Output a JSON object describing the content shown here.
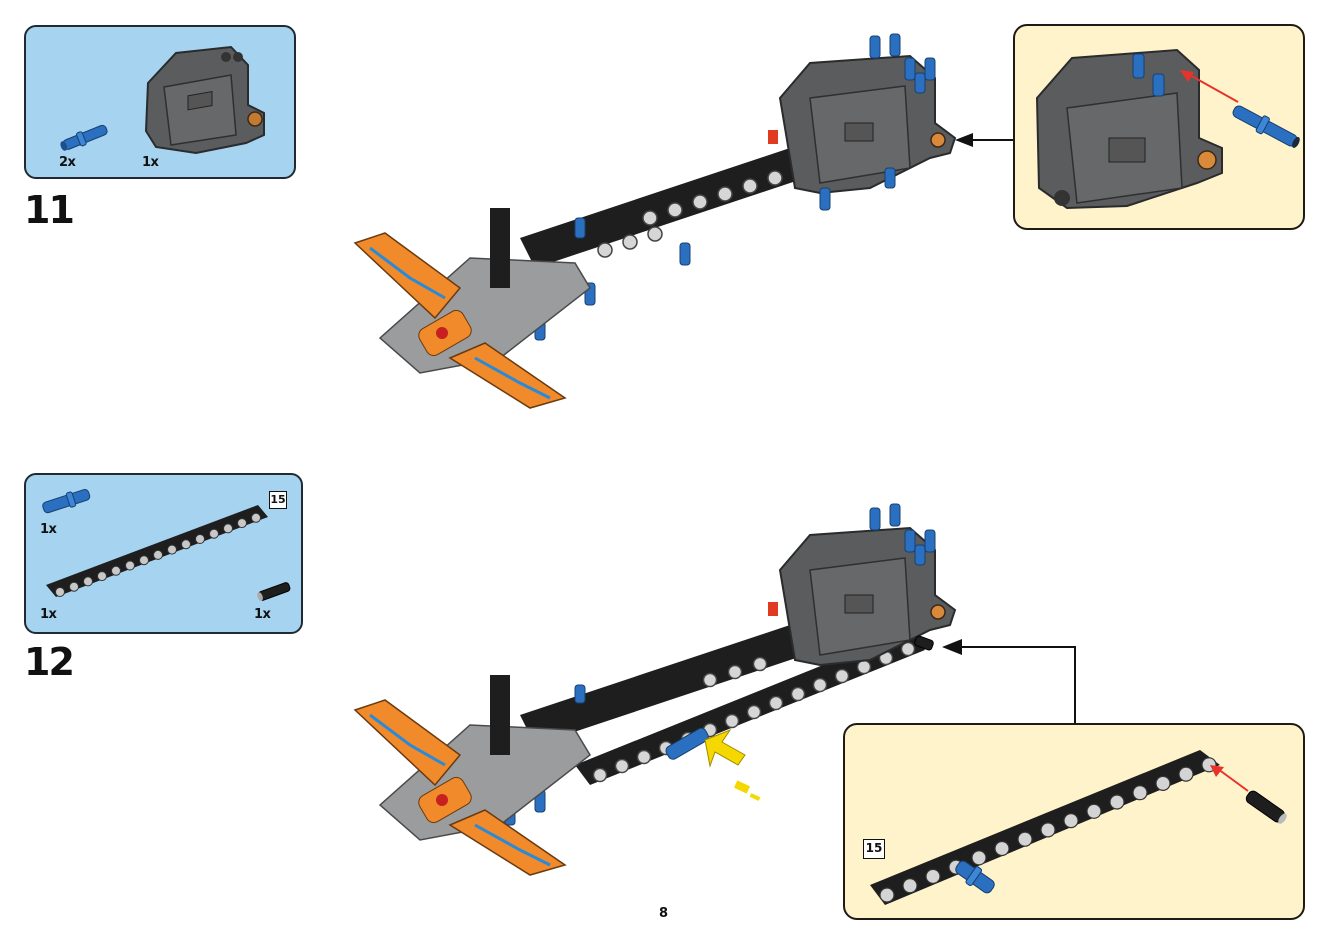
{
  "page": {
    "number": "8"
  },
  "colors": {
    "parts_panel_bg": "#a6d3f0",
    "callout_bg": "#fff3cc",
    "beam_black": "#1e1e1e",
    "motor_gray": "#5a5c5e",
    "pin_blue": "#2a6fc0",
    "wing_orange": "#f08a2a",
    "frame_gray": "#9a9c9e",
    "insert_arrow_red": "#e8332a",
    "highlight_arrow_yellow": "#f5d800"
  },
  "steps": [
    {
      "number": "11",
      "parts_list": [
        {
          "name": "blue-friction-pin-with-bush",
          "qty": "2x"
        },
        {
          "name": "motor",
          "qty": "1x"
        }
      ],
      "callout": {
        "description": "Insert blue pin into motor"
      }
    },
    {
      "number": "12",
      "parts_list": [
        {
          "name": "blue-friction-pin-with-bush",
          "qty": "1x"
        },
        {
          "name": "black-beam-15",
          "qty": "1x",
          "length_badge": "15"
        },
        {
          "name": "black-friction-pin",
          "qty": "1x"
        }
      ],
      "callout": {
        "length_badge": "15",
        "description": "Insert black pin into end of 15 beam"
      }
    }
  ]
}
